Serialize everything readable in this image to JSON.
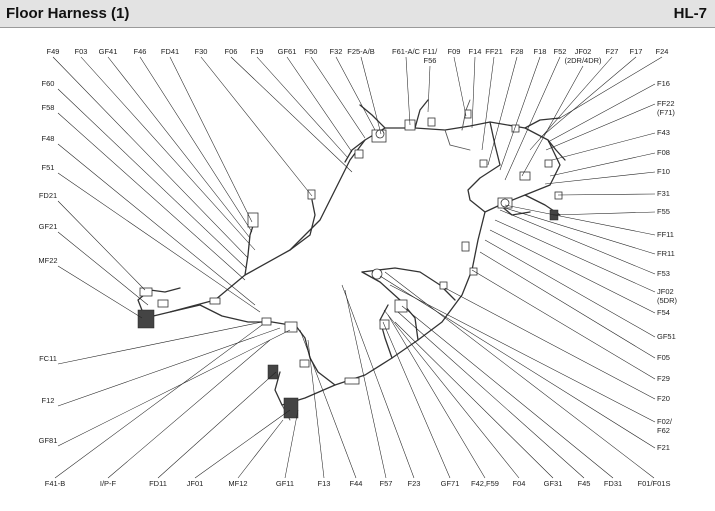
{
  "header": {
    "title": "Floor Harness (1)",
    "code": "HL-7"
  },
  "connectors": {
    "top": [
      "F49",
      "F03",
      "GF41",
      "F46",
      "FD41",
      "F30",
      "F06",
      "F19",
      "GF61",
      "F50",
      "F32",
      "F25-A/B",
      "F61-A/C",
      "F11/\nF56",
      "F09",
      "F14",
      "FF21",
      "F28",
      "F18",
      "F52",
      "JF02\n(2DR/4DR)",
      "F27",
      "F17",
      "F24"
    ],
    "left": [
      "F60",
      "F58",
      "F48",
      "F51",
      "FD21",
      "GF21",
      "MF22",
      "FC11",
      "F12",
      "GF81"
    ],
    "right": [
      "F16",
      "FF22\n(F71)",
      "F43",
      "F08",
      "F10",
      "F31",
      "F55",
      "FF11",
      "FR11",
      "F53",
      "JF02\n(5DR)",
      "F54",
      "GF51",
      "F05",
      "F29",
      "F20",
      "F02/\nF62",
      "F21"
    ],
    "bottom": [
      "F41-B",
      "I/P-F",
      "FD11",
      "JF01",
      "MF12",
      "GF11",
      "F13",
      "F44",
      "F57",
      "F23",
      "GF71",
      "F42,F59",
      "F04",
      "GF31",
      "F45",
      "FD31",
      "F01/F01S"
    ]
  },
  "colors": {
    "background": "#ffffff",
    "header_bg": "#e3e3e3",
    "line": "#222222"
  }
}
